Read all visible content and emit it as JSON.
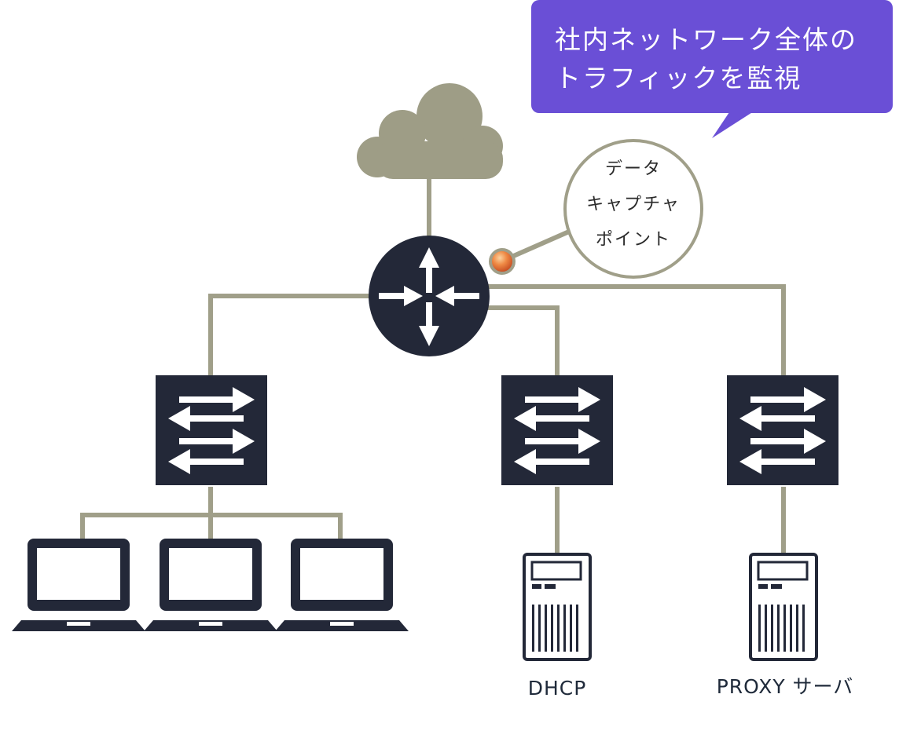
{
  "colors": {
    "link": "#a09f89",
    "device": "#232838",
    "cloud": "#9e9d86",
    "callout": "#6a4fd6",
    "capture_point": "#e8793a"
  },
  "callout": {
    "line1": "社内ネットワーク全体の",
    "line2": "トラフィックを監視"
  },
  "capture_bubble": {
    "line1": "データ",
    "line2": "キャプチャ",
    "line3": "ポイント"
  },
  "servers": {
    "dhcp_label": "DHCP",
    "proxy_label": "PROXY サーバ"
  },
  "icons": {
    "cloud": "cloud-icon",
    "router": "router-icon",
    "switch": "switch-icon",
    "laptop": "laptop-icon",
    "server": "server-icon"
  }
}
